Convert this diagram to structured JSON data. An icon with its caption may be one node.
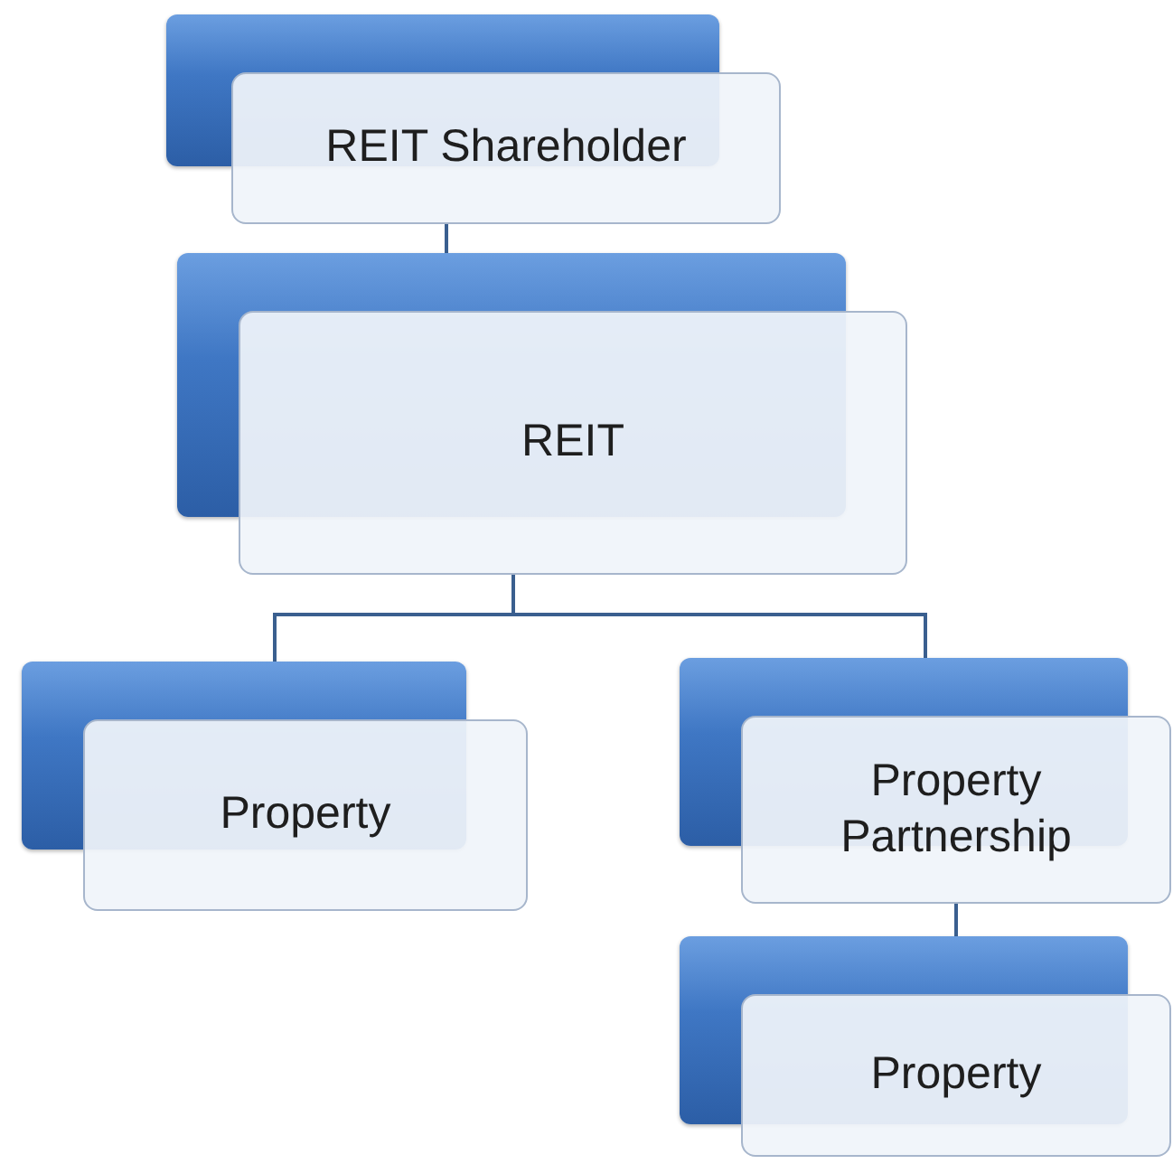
{
  "diagram": {
    "nodes": [
      {
        "text": [
          "REIT Shareholder"
        ]
      },
      {
        "text": [
          "REIT"
        ]
      },
      {
        "text": [
          "Property"
        ]
      },
      {
        "text": [
          "Property Partnership"
        ]
      },
      {
        "text": [
          "Property"
        ]
      }
    ],
    "edges": [
      {
        "from": 0,
        "to": 1,
        "arrow": "none"
      },
      {
        "from": 1,
        "to": 2,
        "arrow": "none"
      },
      {
        "from": 1,
        "to": 3,
        "arrow": "none"
      },
      {
        "from": 3,
        "to": 4,
        "arrow": "none"
      }
    ]
  }
}
